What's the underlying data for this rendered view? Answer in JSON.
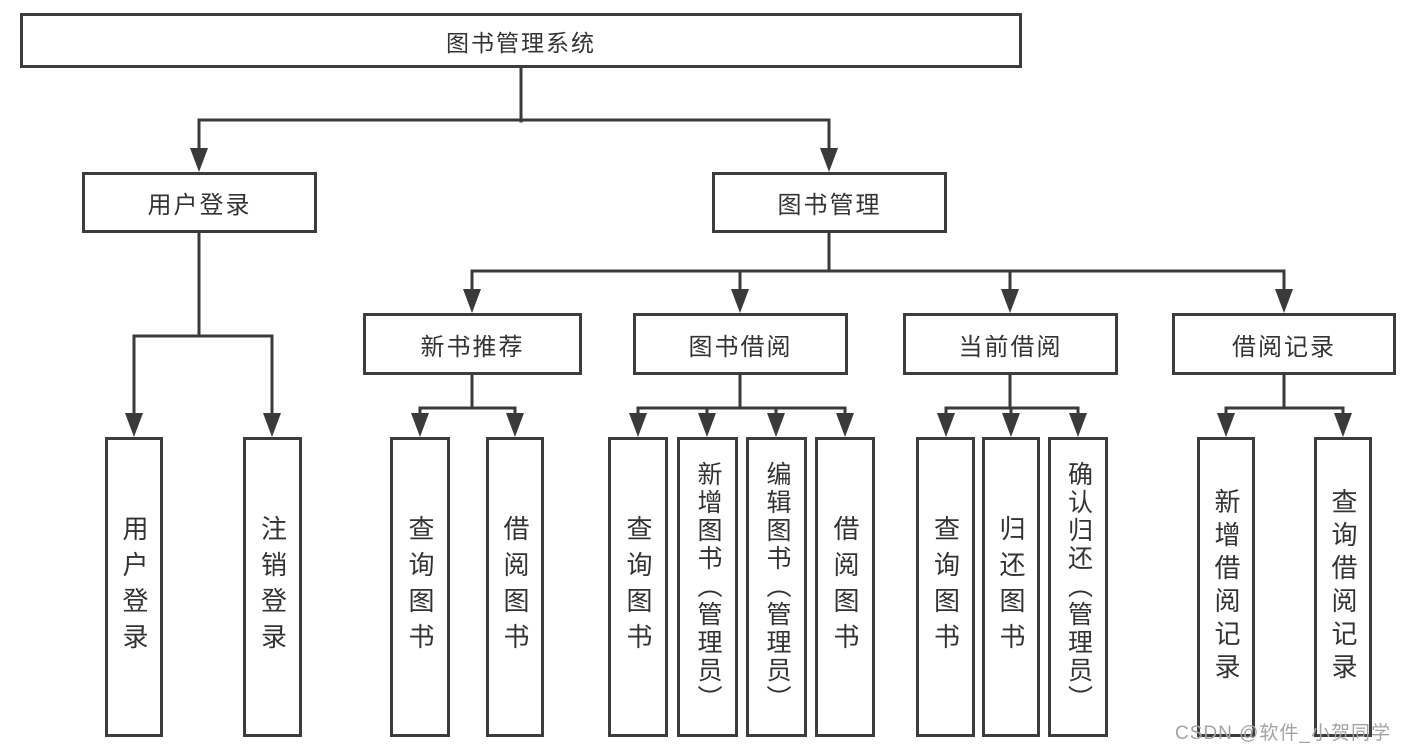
{
  "meta": {
    "background_color": "#ffffff",
    "line_color": "#3a3a3a",
    "box_border_color": "#3c3c3c",
    "text_color": "#333333",
    "watermark_color": "#a3a3a3"
  },
  "tree": {
    "label": "图书管理系统",
    "children": [
      {
        "label": "用户登录",
        "children": [
          {
            "label": "用户登录"
          },
          {
            "label": "注销登录"
          }
        ]
      },
      {
        "label": "图书管理",
        "children": [
          {
            "label": "新书推荐",
            "children": [
              {
                "label": "查询图书"
              },
              {
                "label": "借阅图书"
              }
            ]
          },
          {
            "label": "图书借阅",
            "children": [
              {
                "label": "查询图书"
              },
              {
                "label": "新增图书（管理员）"
              },
              {
                "label": "编辑图书（管理员）"
              },
              {
                "label": "借阅图书"
              }
            ]
          },
          {
            "label": "当前借阅",
            "children": [
              {
                "label": "查询图书"
              },
              {
                "label": "归还图书"
              },
              {
                "label": "确认归还（管理员）"
              }
            ]
          },
          {
            "label": "借阅记录",
            "children": [
              {
                "label": "新增借阅记录"
              },
              {
                "label": "查询借阅记录"
              }
            ]
          }
        ]
      }
    ]
  },
  "watermark": {
    "text": "CSDN @软件_小贺同学"
  }
}
